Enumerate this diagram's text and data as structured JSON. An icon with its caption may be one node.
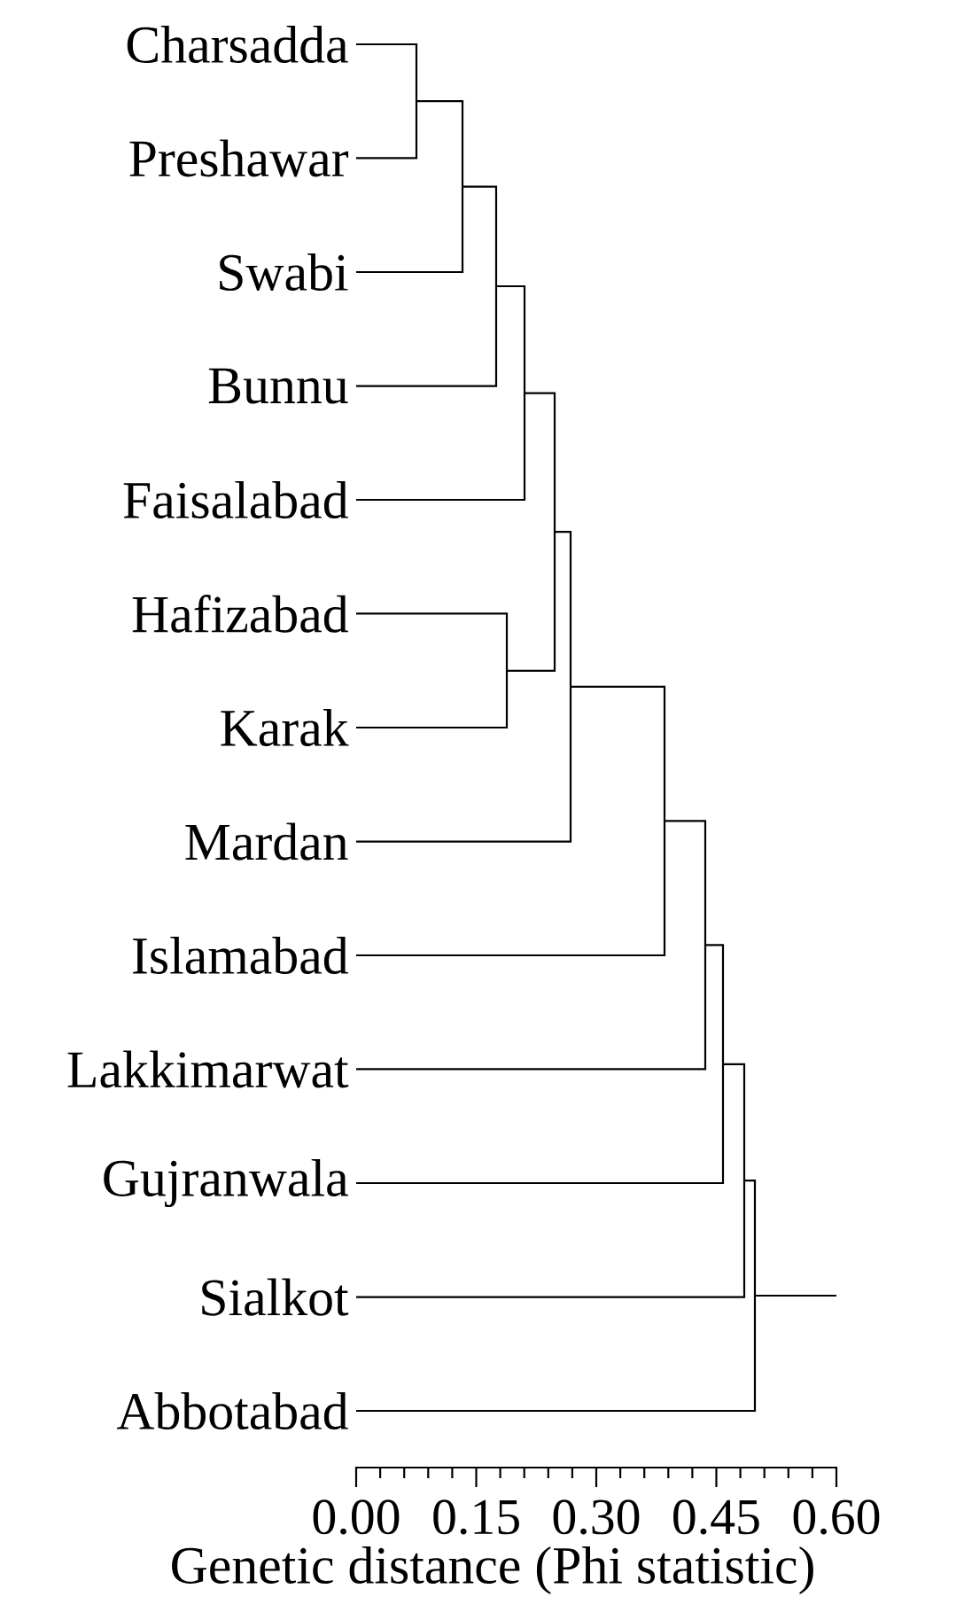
{
  "diagram": {
    "labels": [
      "Charsadda",
      "Preshawar",
      "Swabi",
      "Bunnu",
      "Faisalabad",
      "Hafizabad",
      "Karak",
      "Mardan",
      "Islamabad",
      "Lakkimarwat",
      "Gujranwala",
      "Sialkot",
      "Abbotabad",
      "0.00",
      "0.15",
      "0.30",
      "0.45",
      "0.60",
      "Genetic distance (Phi statistic)"
    ]
  }
}
